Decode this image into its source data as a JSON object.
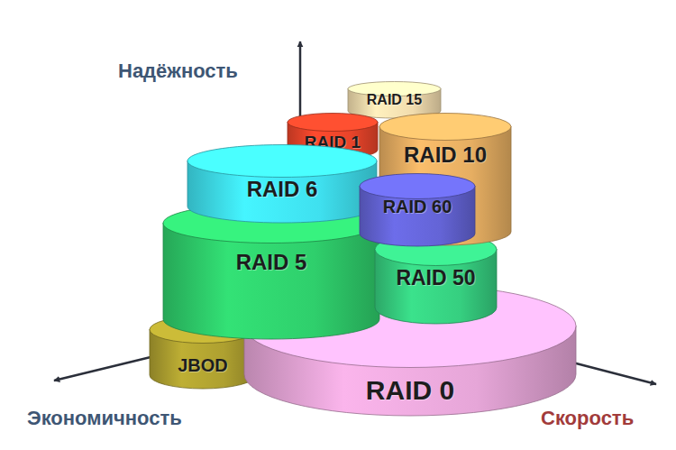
{
  "diagram": {
    "nodes": [
      {
        "text": [
          "RAID 15"
        ]
      },
      {
        "text": [
          "RAID 1"
        ]
      },
      {
        "text": [
          "RAID 10"
        ]
      },
      {
        "text": [
          "RAID 6"
        ]
      },
      {
        "text": [
          "RAID 60"
        ]
      },
      {
        "text": [
          "RAID 5"
        ]
      },
      {
        "text": [
          "RAID 50"
        ]
      },
      {
        "text": [
          "JBOD"
        ]
      },
      {
        "text": [
          "RAID 0"
        ]
      }
    ],
    "labels": [
      "Надёжность",
      "Экономичность",
      "Скорость"
    ]
  }
}
